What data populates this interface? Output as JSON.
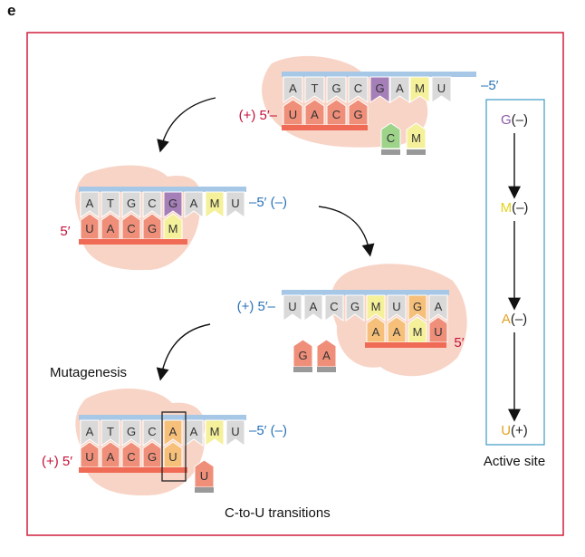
{
  "panel_label": "e",
  "colors": {
    "frame": "#d01e3c",
    "backbone_template": "#a7c7e7",
    "backbone_rna": "#ef6b55",
    "base_grey": "#d9d9d9",
    "base_red": "#ef8f7a",
    "base_purple": "#a47fb8",
    "base_yellow": "#f5f09a",
    "base_orange": "#f6c07a",
    "base_green": "#9ed38a",
    "blob": "#f8d4c6",
    "label_red": "#c4113a",
    "label_blue": "#2a73b8",
    "G": "#8e5aa8",
    "M": "#e5d21a",
    "A": "#e2a223",
    "U": "#e2a223"
  },
  "step1": {
    "template": [
      "A",
      "T",
      "G",
      "C",
      "G",
      "A",
      "M",
      "U"
    ],
    "template_end": "–5′",
    "rna": [
      "U",
      "A",
      "C",
      "G"
    ],
    "rna_label": "(+) 5′–",
    "free": [
      "C",
      "M"
    ]
  },
  "step2": {
    "template": [
      "A",
      "T",
      "G",
      "C",
      "G",
      "A",
      "M",
      "U"
    ],
    "template_end": "–5′ (–)",
    "rna": [
      "U",
      "A",
      "C",
      "G",
      "M"
    ],
    "rna_label": "5′"
  },
  "step3": {
    "template_label": "(+) 5′–",
    "template": [
      "U",
      "A",
      "C",
      "G",
      "M",
      "U",
      "G",
      "A"
    ],
    "rna": [
      "A",
      "A",
      "M",
      "U"
    ],
    "rna_label": "5′",
    "free": [
      "G",
      "A"
    ]
  },
  "step4": {
    "template": [
      "A",
      "T",
      "G",
      "C",
      "A",
      "A",
      "M",
      "U"
    ],
    "template_end": "–5′ (–)",
    "rna": [
      "U",
      "A",
      "C",
      "G",
      "U"
    ],
    "rna_label": "(+) 5′",
    "free": [
      "U"
    ]
  },
  "labels": {
    "mutagenesis": "Mutagenesis",
    "transitions": "C-to-U transitions",
    "active_site": "Active site"
  },
  "active_site": [
    {
      "base": "G",
      "charge": "(–)"
    },
    {
      "base": "M",
      "charge": "(–)"
    },
    {
      "base": "A",
      "charge": "(–)"
    },
    {
      "base": "U",
      "charge": "(+)"
    }
  ]
}
